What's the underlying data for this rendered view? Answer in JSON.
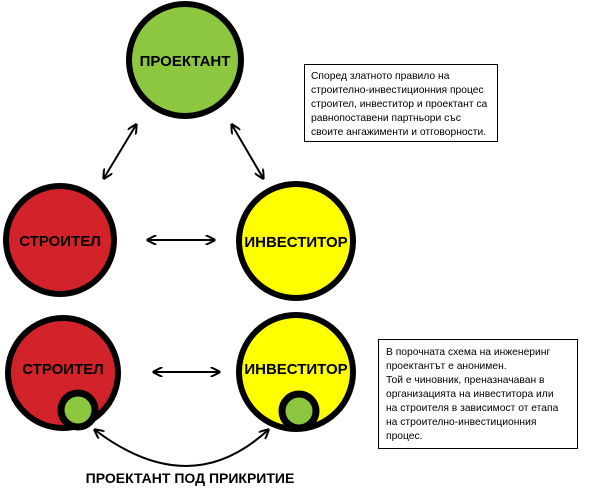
{
  "nodes": {
    "proektant": {
      "label": "ПРОЕКТАНТ"
    },
    "stroitel_top": {
      "label": "СТРОИТЕЛ"
    },
    "investitor_top": {
      "label": "ИНВЕСТИТОР"
    },
    "stroitel_bottom": {
      "label": "СТРОИТЕЛ"
    },
    "investitor_bottom": {
      "label": "ИНВЕСТИТОР"
    }
  },
  "caption": "ПРОЕКТАНТ ПОД ПРИКРИТИЕ",
  "notes": {
    "top": {
      "lines": [
        "Според златното правило на",
        "строително-инвестиционния процес",
        "строител, инвеститор и проектант са",
        "равнопоставени партньори със",
        "своите ангажименти и отговорности."
      ]
    },
    "bottom": {
      "lines": [
        "В порочната схема на инженеринг",
        "проектантът е анонимен.",
        "Той  е чиновник, преназначаван в",
        "организацията на инвеститора или",
        "на строителя в зависимост от етапа",
        "на строително-инвестиционния",
        "процес."
      ]
    }
  },
  "colors": {
    "green": "#8dc63f",
    "red": "#d2232a",
    "yellow": "#ffff00",
    "outline": "#000000"
  }
}
